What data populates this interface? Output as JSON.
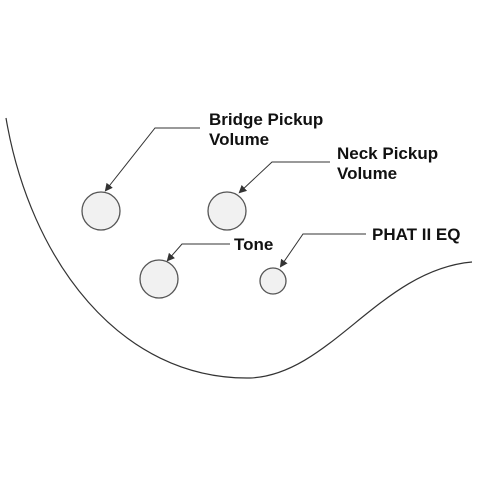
{
  "colors": {
    "line": "#333333",
    "knob_fill": "#f1f1f1",
    "knob_stroke": "#555555",
    "text": "#111111"
  },
  "labels": {
    "bridge_volume": [
      "Bridge Pickup",
      "Volume"
    ],
    "neck_volume": [
      "Neck Pickup",
      "Volume"
    ],
    "tone": "Tone",
    "phat_eq": "PHAT II EQ"
  },
  "controls": [
    {
      "name": "bridge-pickup-volume-knob",
      "type": "knob"
    },
    {
      "name": "neck-pickup-volume-knob",
      "type": "knob"
    },
    {
      "name": "tone-knob",
      "type": "knob"
    },
    {
      "name": "phat-ii-eq-knob",
      "type": "knob"
    }
  ]
}
